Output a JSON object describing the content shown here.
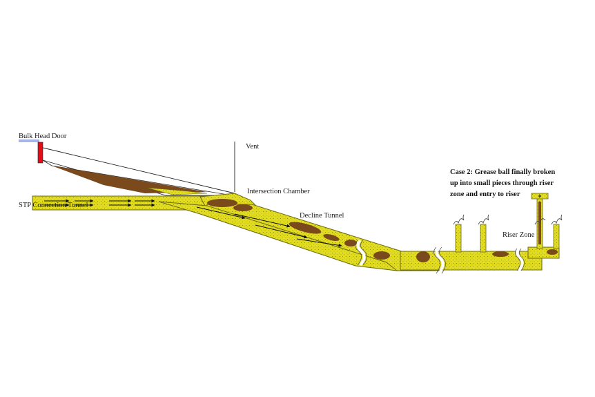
{
  "labels": {
    "bulkhead_door": "Bulk Head Door",
    "vent": "Vent",
    "intersection_chamber": "Intersection Chamber",
    "stp_connection_tunnel": "STP Connection Tunnel",
    "decline_tunnel": "Decline Tunnel",
    "riser_zone": "Riser Zone"
  },
  "caption": {
    "line1": "Case 2: Grease ball finally broken",
    "line2": "up into small pieces through riser",
    "line3": "zone and entry to riser"
  },
  "colors": {
    "tunnel_fill": "#e1dc1f",
    "tunnel_stroke": "#6b6a10",
    "grease": "#7a4a1c",
    "door": "#e0101a",
    "arrow": "#111111",
    "break_mark": "#ffffff"
  }
}
